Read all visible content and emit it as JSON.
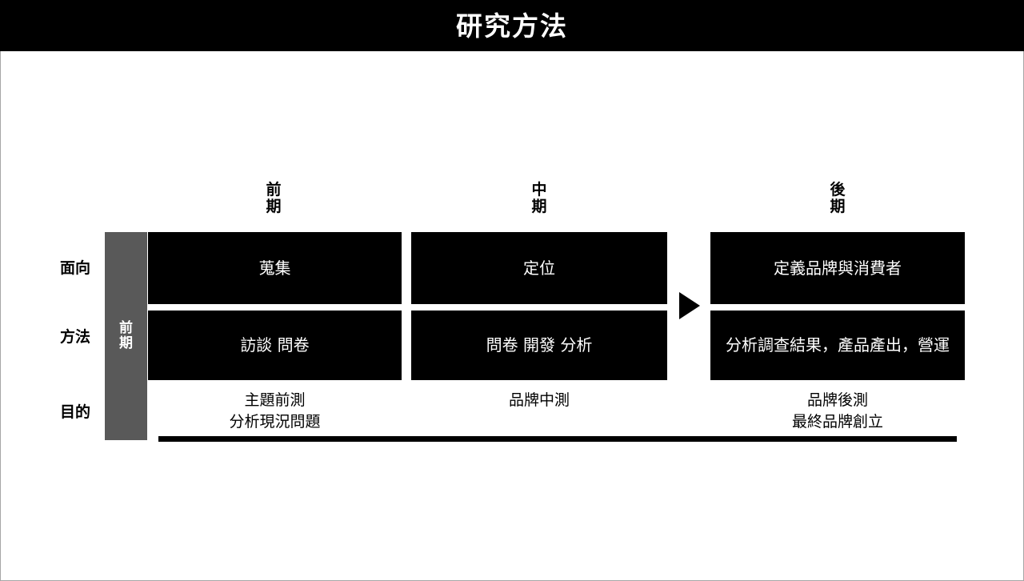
{
  "slide": {
    "title": "研究方法",
    "background_color": "#ffffff",
    "title_bar_color": "#000000",
    "title_text_color": "#ffffff",
    "accent_gray": "#595959",
    "border_color": "#a6a6a6"
  },
  "phases": [
    {
      "id": "early",
      "label": "前\n期"
    },
    {
      "id": "middle",
      "label": "中\n期"
    },
    {
      "id": "late",
      "label": "後\n期"
    }
  ],
  "row_labels": [
    {
      "id": "aspect",
      "label": "面向"
    },
    {
      "id": "method",
      "label": "方法"
    },
    {
      "id": "purpose",
      "label": "目的"
    }
  ],
  "stage_bar": {
    "label": "前\n期",
    "color": "#595959",
    "text_color": "#ffffff"
  },
  "matrix": {
    "aspect": [
      "蒐集",
      "定位",
      "定義品牌與消費者"
    ],
    "method": [
      "訪談 問卷",
      "問卷 開發 分析",
      "分析調查結果，產品產出，營運"
    ],
    "purpose": [
      "主題前測\n分析現況問題",
      "品牌中測",
      "品牌後測\n最終品牌創立"
    ]
  },
  "arrow": {
    "name": "play-triangle-icon",
    "direction": "right",
    "color": "#000000"
  }
}
